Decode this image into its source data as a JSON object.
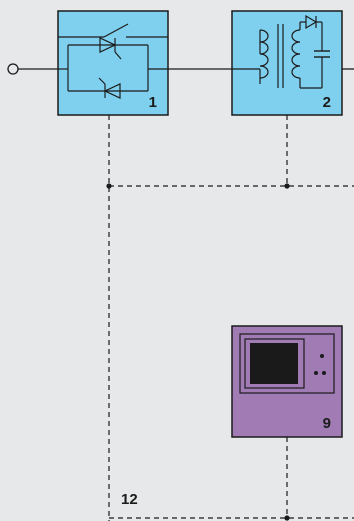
{
  "blocks": [
    {
      "label": "1",
      "color": "#7fd0ee"
    },
    {
      "label": "2",
      "color": "#7fd0ee"
    },
    {
      "label": "9",
      "color": "#a07bb4"
    }
  ],
  "bus_label": "12",
  "colors": {
    "background": "#e7e8e9",
    "line": "#1b1b1b",
    "screen": "#1a1a1a"
  },
  "icons": [
    "switch-icon",
    "thyristor-icon",
    "transformer-icon",
    "diode-icon",
    "capacitor-icon",
    "display-icon"
  ]
}
